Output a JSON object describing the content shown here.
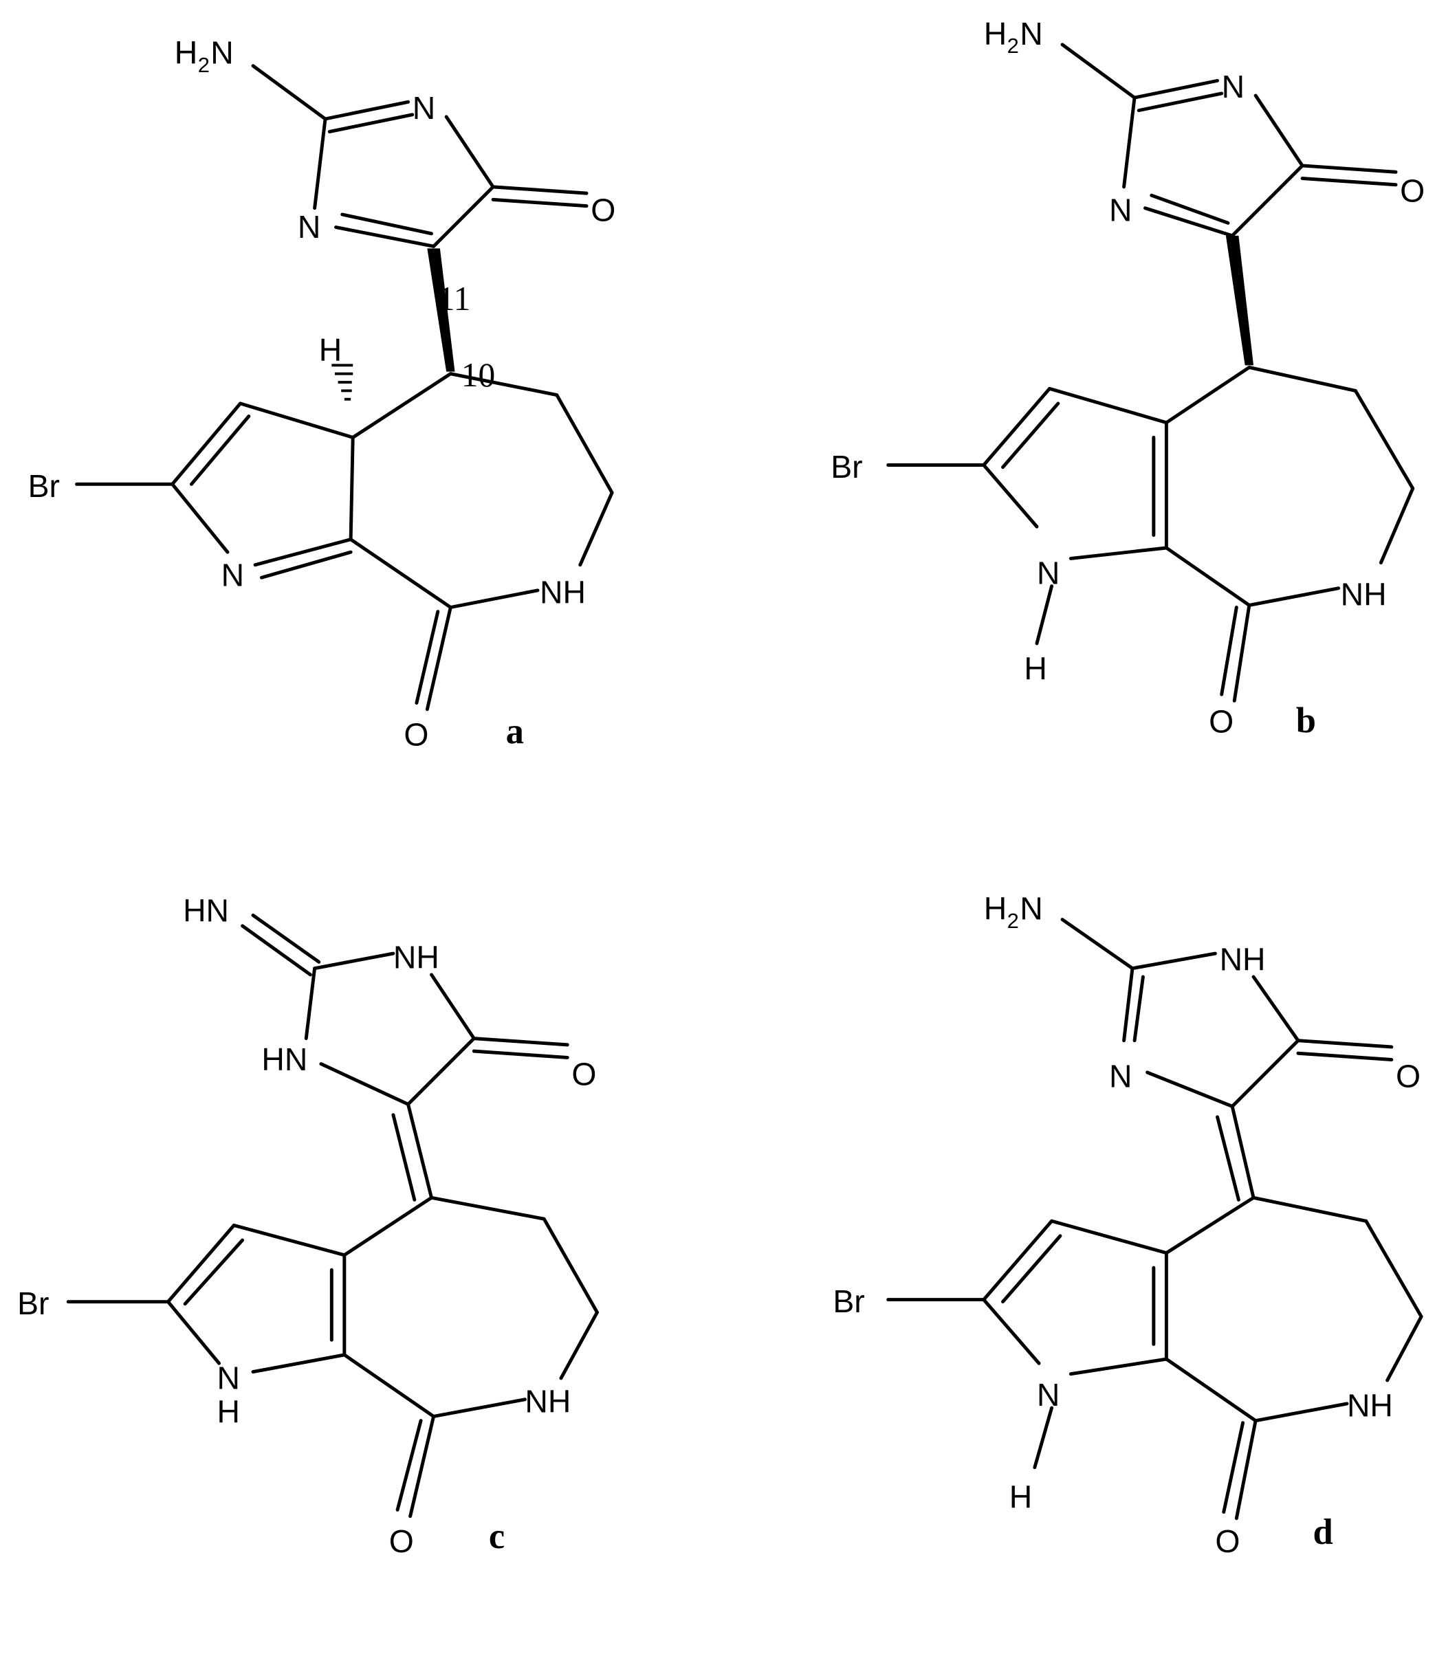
{
  "figure": {
    "structures": [
      {
        "id": "a",
        "label": "a",
        "atoms": {
          "amine": "H2N",
          "ring_n_top": "N",
          "ring_n_left": "N",
          "carbonyl_o_top": "O",
          "bromo": "Br",
          "pyrrole_n": "N",
          "lactam_nh": "NH",
          "carbonyl_o_bottom": "O",
          "stereo_h": "H"
        },
        "locants": [
          "11",
          "10"
        ]
      },
      {
        "id": "b",
        "label": "b",
        "atoms": {
          "amine": "H2N",
          "ring_n_top": "N",
          "ring_n_left": "N",
          "carbonyl_o_top": "O",
          "bromo": "Br",
          "pyrrole_n": "N",
          "pyrrole_h": "H",
          "lactam_nh": "NH",
          "carbonyl_o_bottom": "O"
        }
      },
      {
        "id": "c",
        "label": "c",
        "atoms": {
          "imine": "HN",
          "ring_nh_top": "NH",
          "ring_nh_left": "HN",
          "carbonyl_o_top": "O",
          "bromo": "Br",
          "pyrrole_n": "N",
          "pyrrole_h": "H",
          "lactam_nh": "NH",
          "carbonyl_o_bottom": "O"
        }
      },
      {
        "id": "d",
        "label": "d",
        "atoms": {
          "amine": "H2N",
          "ring_nh_top": "NH",
          "ring_n_left": "N",
          "carbonyl_o_top": "O",
          "bromo": "Br",
          "pyrrole_n": "N",
          "pyrrole_h": "H",
          "lactam_nh": "NH",
          "carbonyl_o_bottom": "O"
        }
      }
    ]
  }
}
